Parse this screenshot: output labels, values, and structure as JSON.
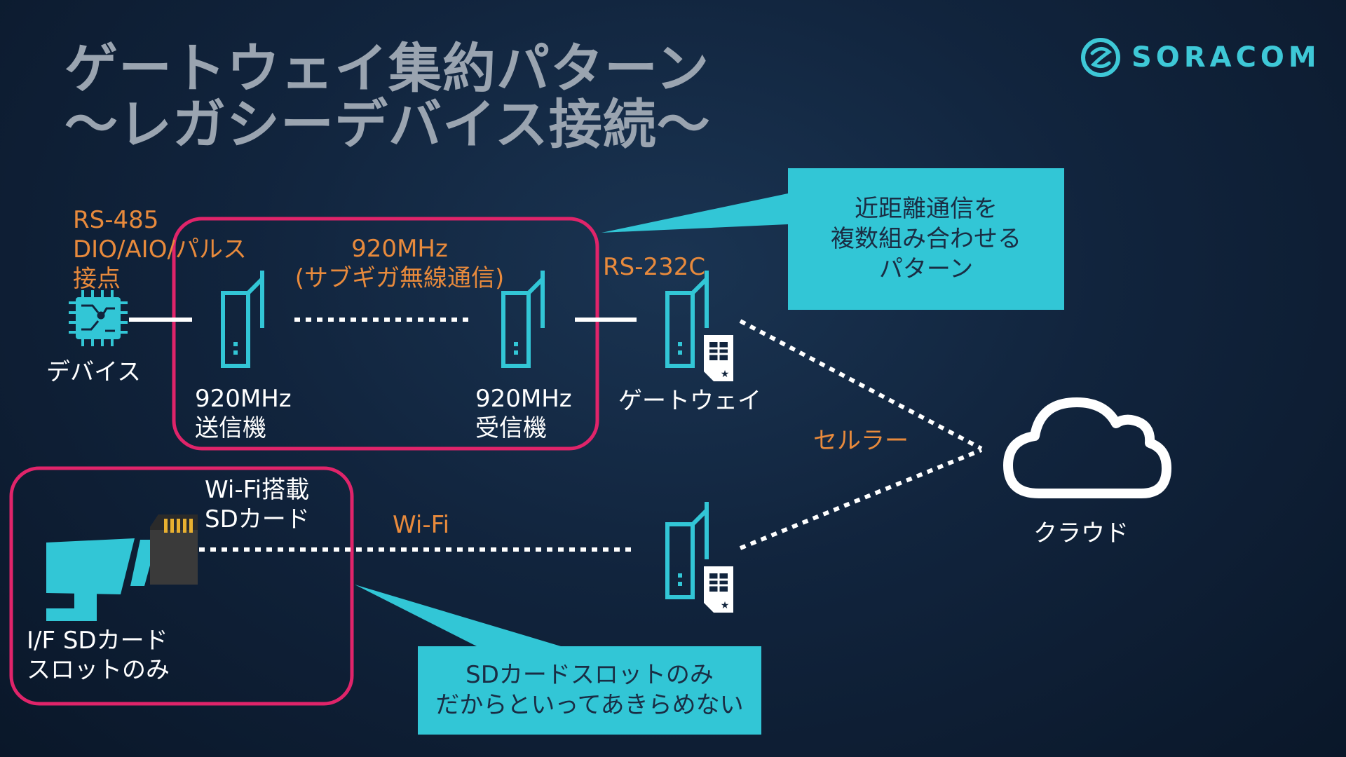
{
  "title": {
    "line1": "ゲートウェイ集約パターン",
    "line2": "〜レガシーデバイス接続〜"
  },
  "logo": {
    "text": "SORACOM",
    "icon": "soracom-logo-icon"
  },
  "labels": {
    "device_protocols": [
      "RS-485",
      "DIO/AIO/パルス",
      "接点"
    ],
    "device": "デバイス",
    "radio_band": "920MHz",
    "radio_note": "(サブギガ無線通信)",
    "transmitter": [
      "920MHz",
      "送信機"
    ],
    "receiver": [
      "920MHz",
      "受信機"
    ],
    "rs232c": "RS-232C",
    "gateway": "ゲートウェイ",
    "cellular": "セルラー",
    "cloud": "クラウド",
    "wifi_sd": [
      "Wi-Fi搭載",
      "SDカード"
    ],
    "wifi": "Wi-Fi",
    "if_sd": [
      "I/F SDカード",
      "スロットのみ"
    ]
  },
  "callouts": {
    "top": [
      "近距離通信を",
      "複数組み合わせる",
      "パターン"
    ],
    "bottom": [
      "SDカードスロットのみ",
      "だからといってあきらめない"
    ]
  },
  "colors": {
    "accent": "#32c6d6",
    "highlight": "#e0246a",
    "orange": "#e88a3c",
    "title": "#9aa4b0"
  },
  "icons": [
    "chip-icon",
    "router-icon",
    "sim-card-icon",
    "cloud-icon",
    "monitor-icon",
    "sd-card-icon"
  ]
}
